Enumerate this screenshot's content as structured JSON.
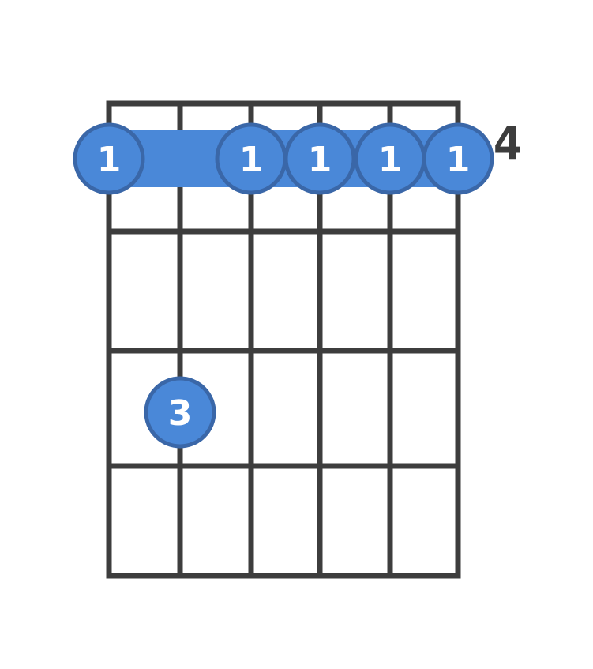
{
  "diagram": {
    "starting_fret_label": "4",
    "strings": 6,
    "frets": 4,
    "colors": {
      "grid": "#3d3d3d",
      "dot_fill": "#4a88d8",
      "dot_stroke": "#3a67a8",
      "barre_fill": "#4a88d8",
      "label_text": "#ffffff",
      "fret_label_text": "#3d3d3d"
    },
    "barre": {
      "fret": 1,
      "from_string": 1,
      "to_string": 6,
      "label": "1"
    },
    "fingers": [
      {
        "string": 1,
        "fret": 1,
        "label": "1"
      },
      {
        "string": 3,
        "fret": 1,
        "label": "1"
      },
      {
        "string": 4,
        "fret": 1,
        "label": "1"
      },
      {
        "string": 5,
        "fret": 1,
        "label": "1"
      },
      {
        "string": 6,
        "fret": 1,
        "label": "1"
      },
      {
        "string": 2,
        "fret": 3,
        "label": "3"
      }
    ]
  }
}
